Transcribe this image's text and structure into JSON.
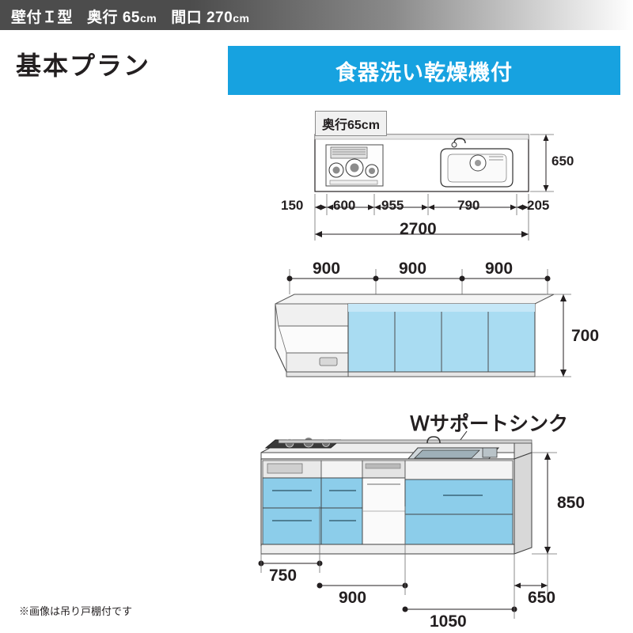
{
  "header": {
    "type_label": "壁付Ｉ型",
    "depth_label": "奥行",
    "depth_value": "65",
    "depth_unit": "cm",
    "width_label": "間口",
    "width_value": "270",
    "width_unit": "cm"
  },
  "plan": {
    "title": "基本プラン",
    "banner": "食器洗い乾燥機付"
  },
  "top_view": {
    "tag": "奥行65cm",
    "depth_dim": "650",
    "segments": [
      "150",
      "600",
      "955",
      "790",
      "205"
    ],
    "total": "2700"
  },
  "wall_cabinet": {
    "segments": [
      "900",
      "900",
      "900"
    ],
    "height_dim": "700"
  },
  "base_cabinet": {
    "sink_label": "Ｗサポートシンク",
    "height_dim": "850",
    "segments": [
      "750",
      "900",
      "1050"
    ],
    "depth_dim": "650"
  },
  "footnote": "※画像は吊り戸棚付です"
}
